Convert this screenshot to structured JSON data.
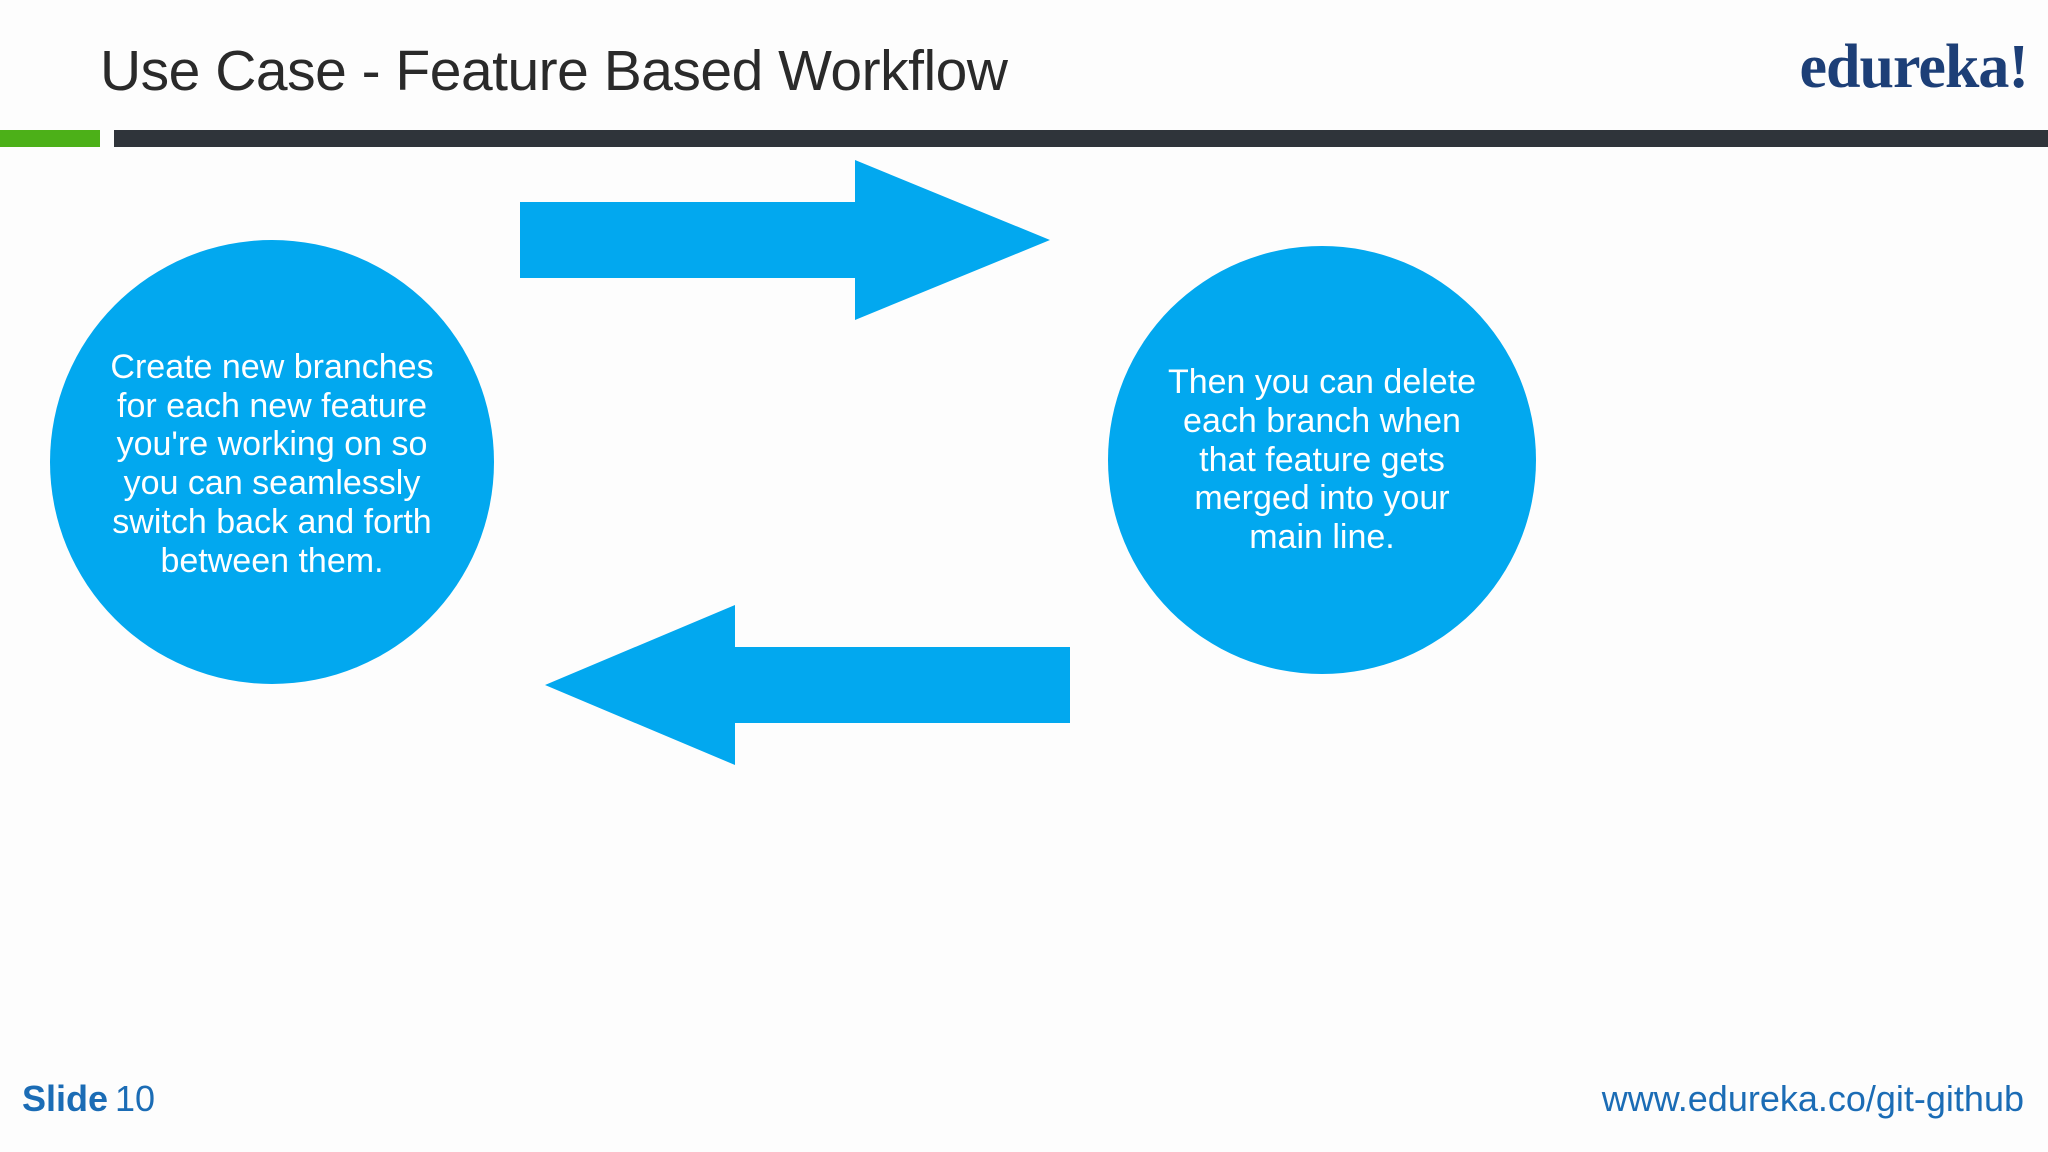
{
  "slide": {
    "title": "Use Case - Feature Based Workflow",
    "brand_logo": "edureka!",
    "background_color": "#fdfdfd",
    "accent_blue": "#02a8ef",
    "accent_green": "#4cb018",
    "rule_dark": "#2f343a",
    "link_blue": "#1b6cb5",
    "logo_navy": "#1d3f77"
  },
  "diagram": {
    "type": "two-node-cycle",
    "nodes": [
      {
        "id": "left",
        "shape": "circle",
        "fill": "#02a8ef",
        "text_color": "#ffffff",
        "text": "Create new branches\nfor each new feature\nyou're working on so\nyou can seamlessly\nswitch back and forth\nbetween them."
      },
      {
        "id": "right",
        "shape": "circle",
        "fill": "#02a8ef",
        "text_color": "#ffffff",
        "text": "Then you can delete\neach branch when\nthat feature gets\nmerged into your\nmain line."
      }
    ],
    "connectors": [
      {
        "id": "top",
        "direction": "right",
        "fill": "#02a8ef",
        "from": "left",
        "to": "right"
      },
      {
        "id": "bottom",
        "direction": "left",
        "fill": "#02a8ef",
        "from": "right",
        "to": "left"
      }
    ]
  },
  "footer": {
    "slide_word": "Slide",
    "slide_number": "10",
    "url": "www.edureka.co/git-github"
  }
}
